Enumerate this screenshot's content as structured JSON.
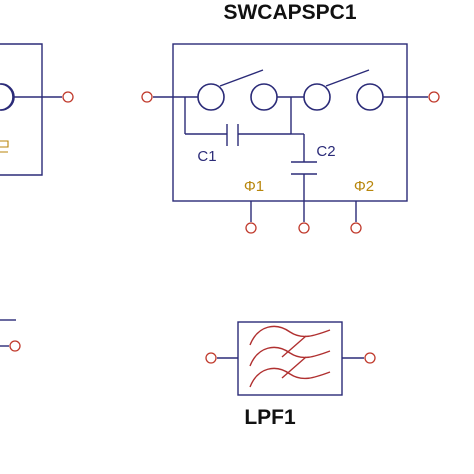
{
  "components": {
    "swcap": {
      "title": "SWCAPSPC1",
      "cap1_label": "C1",
      "cap2_label": "C2",
      "phase1_label": "Φ1",
      "phase2_label": "Φ2"
    },
    "lpf": {
      "title": "LPF1"
    }
  },
  "colors": {
    "wire": "#2b2b78",
    "pin": "#c0392b",
    "phase_label": "#b8860b",
    "filter_wave": "#b03030"
  }
}
